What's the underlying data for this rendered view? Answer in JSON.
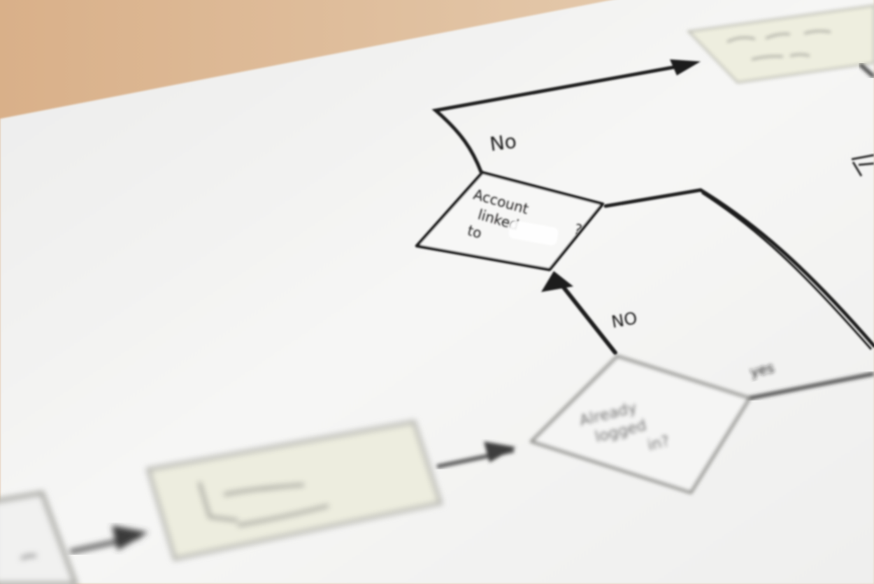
{
  "diagram": {
    "decision_top": {
      "line1": "Account",
      "line2": "linked",
      "line3": "to",
      "qmark": "?"
    },
    "decision_bottom": {
      "line1": "Already",
      "line2": "logged",
      "line3": "in?"
    },
    "labels": {
      "no_upper": "No",
      "no_lower": "NO",
      "yes": "yes"
    }
  },
  "colors": {
    "table": "#d8b48f",
    "paper": "#f4f4f3",
    "ink": "#1d1c1c",
    "sticky": "#eeeedf"
  }
}
